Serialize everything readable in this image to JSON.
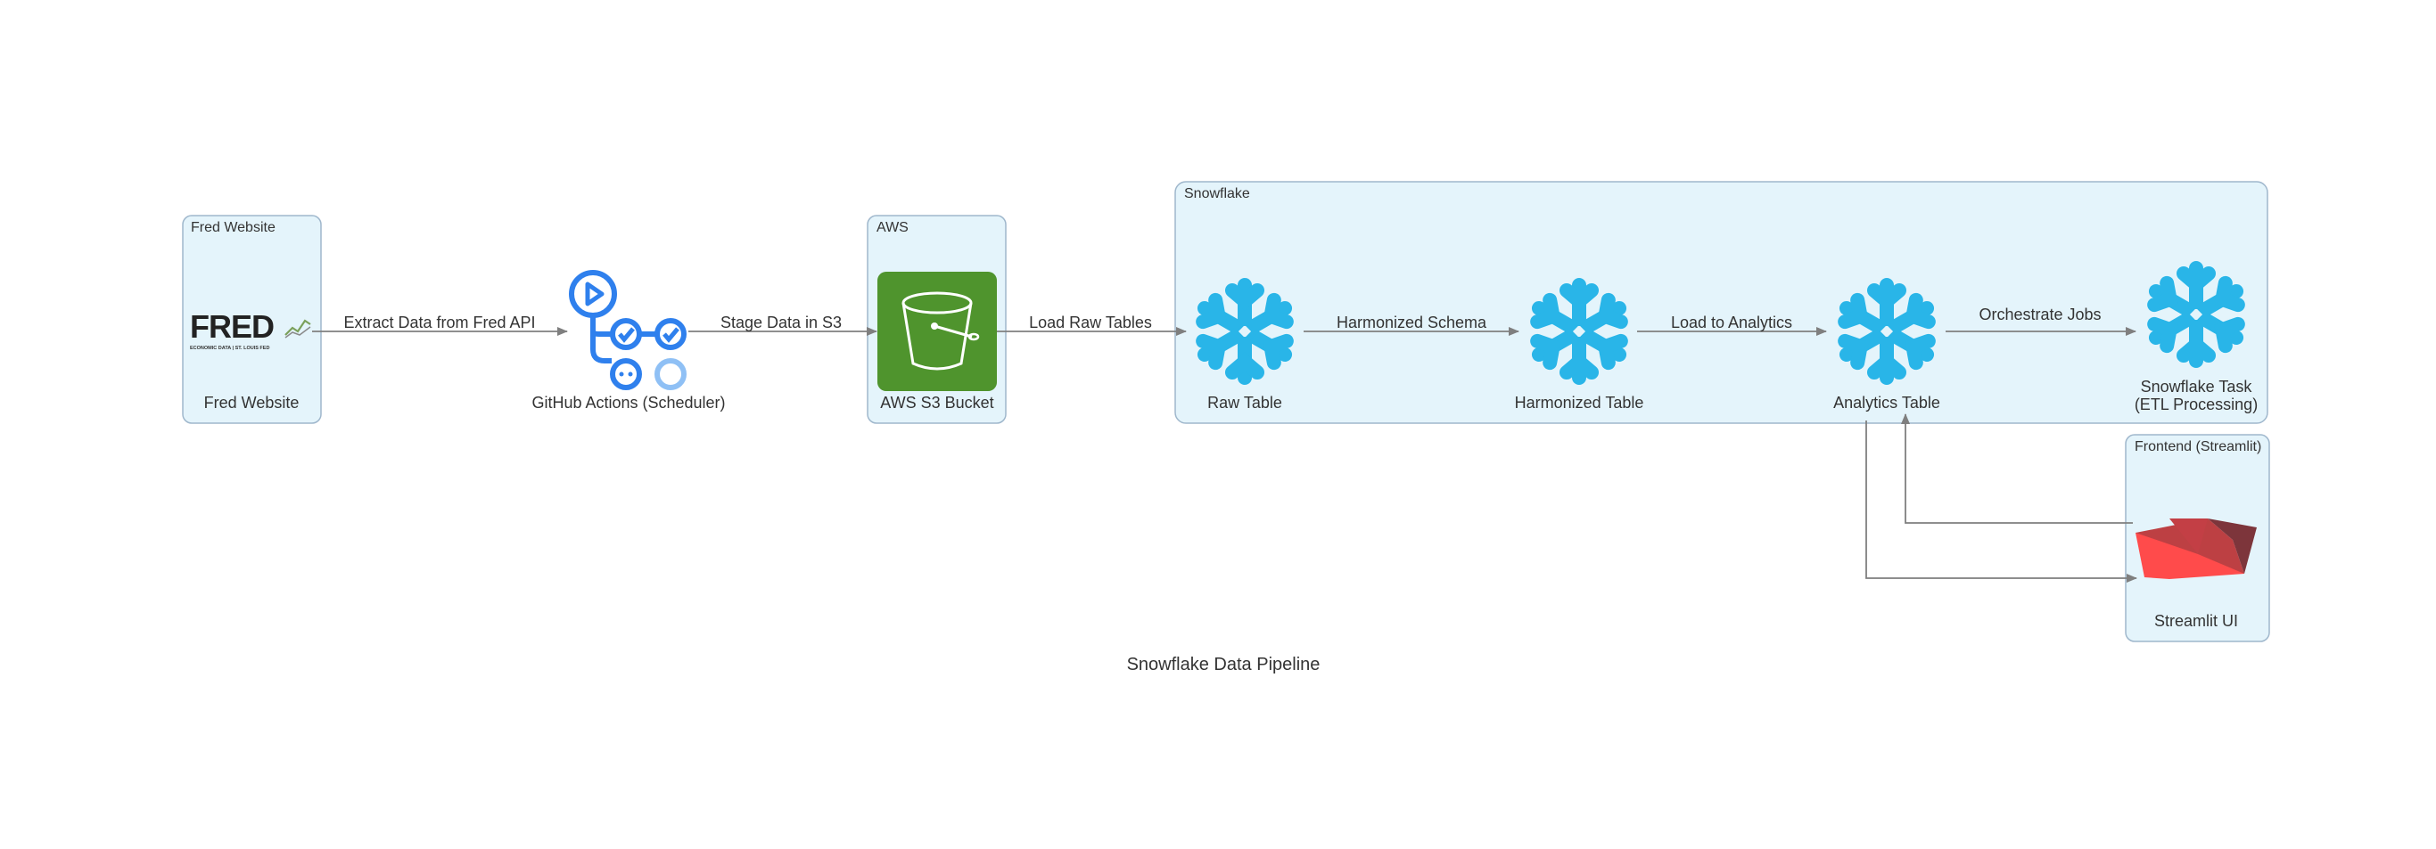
{
  "diagram_title": "Snowflake Data Pipeline",
  "clusters": {
    "fred": "Fred Website",
    "aws": "AWS",
    "snowflake": "Snowflake",
    "frontend": "Frontend (Streamlit)"
  },
  "nodes": {
    "fred_website": "Fred Website",
    "github_actions": "GitHub Actions (Scheduler)",
    "s3_bucket": "AWS S3 Bucket",
    "raw_table": "Raw Table",
    "harmonized_table": "Harmonized Table",
    "analytics_table": "Analytics Table",
    "snowflake_task_line1": "Snowflake Task",
    "snowflake_task_line2": "(ETL Processing)",
    "streamlit_ui": "Streamlit UI"
  },
  "edges": {
    "extract": "Extract Data from Fred API",
    "stage": "Stage Data in S3",
    "load_raw": "Load Raw Tables",
    "harmonized": "Harmonized Schema",
    "load_analytics": "Load to Analytics",
    "orchestrate": "Orchestrate Jobs"
  },
  "logos": {
    "fred_wordmark": "FRED",
    "fred_subtitle": "ECONOMIC DATA  |  ST. LOUIS FED"
  },
  "icons": {
    "fred": "fred-logo",
    "github": "github-actions-icon",
    "s3": "aws-s3-bucket-icon",
    "snowflake": "snowflake-icon",
    "streamlit": "streamlit-boat-icon"
  },
  "colors": {
    "cluster_fill": "#e4f4fb",
    "cluster_border": "#9fb7cc",
    "edge": "#7f7f7f",
    "snowflake_blue": "#29b5e8",
    "github_blue": "#2f80ed",
    "s3_green": "#3f8624",
    "streamlit_red": "#ff4b4b"
  }
}
